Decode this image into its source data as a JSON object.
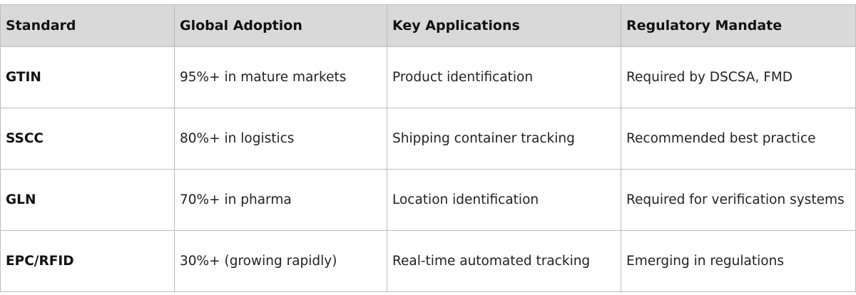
{
  "table": {
    "headers": [
      "Standard",
      "Global Adoption",
      "Key Applications",
      "Regulatory Mandate"
    ],
    "rows": [
      [
        "GTIN",
        "95%+ in mature markets",
        "Product identification",
        "Required by DSCSA, FMD"
      ],
      [
        "SSCC",
        "80%+ in logistics",
        "Shipping container tracking",
        "Recommended best practice"
      ],
      [
        "GLN",
        "70%+ in pharma",
        "Location identification",
        "Required for verification systems"
      ],
      [
        "EPC/RFID",
        "30%+ (growing rapidly)",
        "Real-time automated tracking",
        "Emerging in regulations"
      ]
    ]
  },
  "colors": {
    "header_background": "#d9d9d9",
    "border": "#bdbdbd",
    "text": "#111111"
  }
}
